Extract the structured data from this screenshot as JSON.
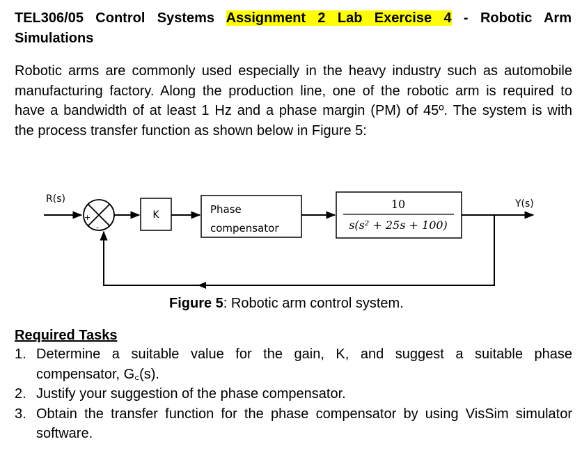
{
  "heading": {
    "course": "TEL306/05 Control Systems",
    "highlight": "Assignment 2 Lab Exercise 4",
    "dash": "-",
    "topic1": "Robotic Arm",
    "topic2": "Simulations"
  },
  "intro": {
    "line1": "Robotic arms are commonly used especially in the heavy industry such as automobile",
    "line2": "manufacturing factory. Along the production line, one of the robotic arm is required to",
    "line3": "have a bandwidth of at least 1 Hz and a phase margin (PM) of 45º. The system is with",
    "line4": "the process transfer function as shown below in Figure 5:"
  },
  "diagram": {
    "input_label": "R(s)",
    "output_label": "Y(s)",
    "plus_sign": "+",
    "minus_sign": "-",
    "gain_label": "K",
    "compensator_line1": "Phase",
    "compensator_line2": "compensator",
    "tf_numerator": "10",
    "tf_denominator": "s(s² + 25s + 100)"
  },
  "caption": {
    "bold": "Figure 5",
    "rest": ": Robotic arm control system."
  },
  "tasks": {
    "heading": "Required Tasks",
    "items": [
      {
        "num": "1.",
        "line1": "Determine a suitable value for the gain, K, and suggest a suitable phase",
        "line2": "compensator, G꜀(s)."
      },
      {
        "num": "2.",
        "line1": "Justify your suggestion of the phase compensator."
      },
      {
        "num": "3.",
        "line1": "Obtain the transfer function for the phase compensator by using VisSim simulator",
        "line2": "software."
      }
    ]
  }
}
